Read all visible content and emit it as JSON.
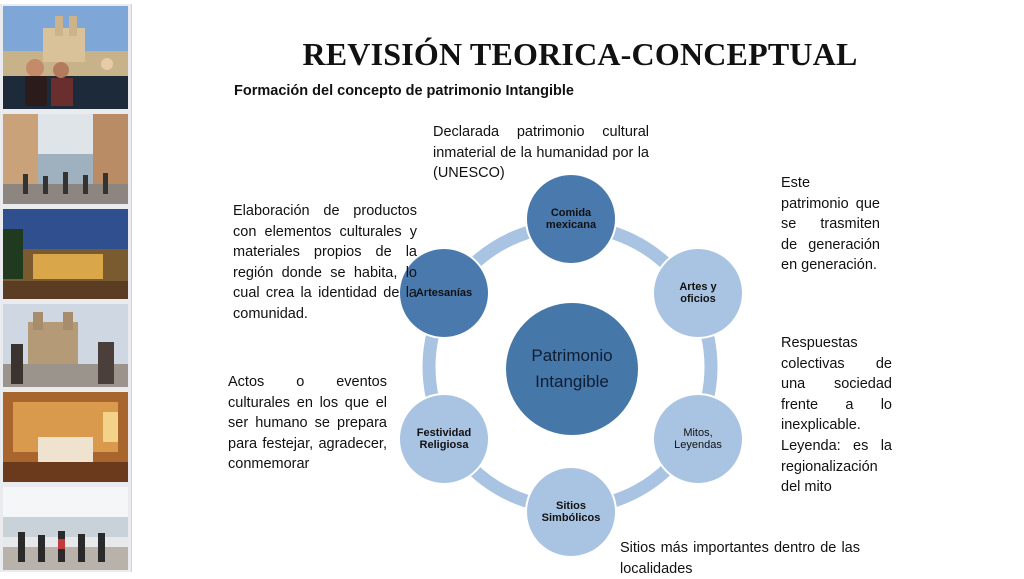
{
  "slide": {
    "title": "REVISIÓN TEORICA-CONCEPTUAL",
    "subtitle": "Formación del concepto de patrimonio Intangible"
  },
  "diagram": {
    "center_line1": "Patrimonio",
    "center_line2": "Intangible",
    "nodes": {
      "comida": "Comida mexicana",
      "artes": "Artes y oficios",
      "mitos": "Mitos, Leyendas",
      "sitios": "Sitios Simbólicos",
      "festividad": "Festividad Religiosa",
      "artesanias": "Artesanías"
    },
    "ring_color": "#a9c3e2",
    "dark_color": "#4a79ad"
  },
  "notes": {
    "comida": "Declarada patrimonio cultural inmaterial de la humanidad por la (UNESCO)",
    "artes": "Este patrimonio que se trasmiten de generación en generación.",
    "mitos": "Respuestas colectivas de una sociedad frente a lo inexplicable. Leyenda: es la regionalización del mito",
    "sitios": "Sitios más importantes dentro de las localidades",
    "festividad": "Actos o eventos culturales en los que el ser humano se prepara para festejar, agradecer, conmemorar",
    "artesanias": "Elaboración de productos con elementos culturales y materiales propios de la región donde se habita, lo cual crea la identidad de la comunidad."
  }
}
